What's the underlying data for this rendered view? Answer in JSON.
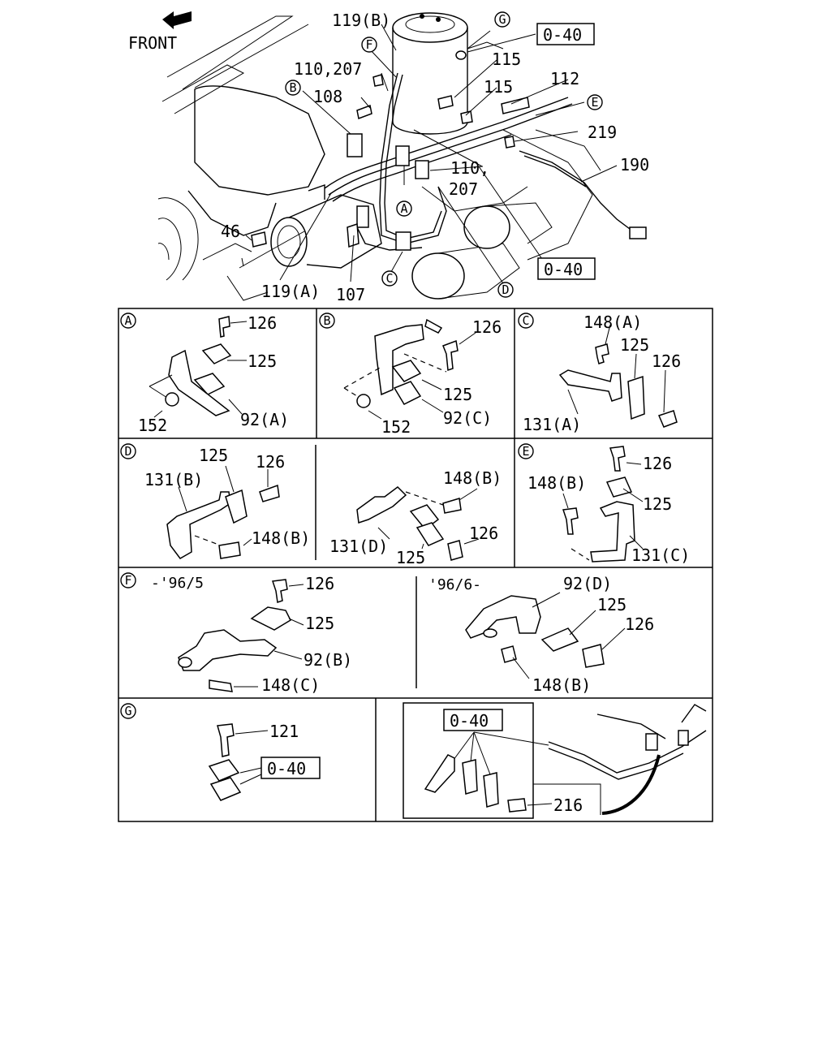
{
  "labels": {
    "front": "FRONT",
    "ref_040": "0-40",
    "p119b": "119(B)",
    "p110_207_top": "110,207",
    "p108": "108",
    "p115a": "115",
    "p115b": "115",
    "p112": "112",
    "p219": "219",
    "p190": "190",
    "p110_comma": "110,",
    "p207": "207",
    "p46": "46",
    "p119a": "119(A)",
    "p107": "107",
    "c_a": "A",
    "c_b": "B",
    "c_c": "C",
    "c_d": "D",
    "c_e": "E",
    "c_f": "F",
    "c_g": "G"
  },
  "panels": {
    "a": {
      "tag": "A",
      "p126": "126",
      "p125": "125",
      "p152": "152",
      "p92": "92(A)"
    },
    "b": {
      "tag": "B",
      "p126": "126",
      "p125": "125",
      "p152": "152",
      "p92": "92(C)"
    },
    "c": {
      "tag": "C",
      "p148": "148(A)",
      "p125": "125",
      "p126": "126",
      "p131": "131(A)"
    },
    "d": {
      "tag": "D",
      "p125": "125",
      "p126": "126",
      "p131b": "131(B)",
      "p148b": "148(B)",
      "p148b_2": "148(B)",
      "p131d": "131(D)",
      "p126_2": "126",
      "p125_2": "125"
    },
    "e": {
      "tag": "E",
      "p126": "126",
      "p148": "148(B)",
      "p125": "125",
      "p131": "131(C)"
    },
    "f": {
      "tag": "F",
      "range_a": "-'96/5",
      "p126": "126",
      "p125": "125",
      "p92b": "92(B)",
      "p148c": "148(C)",
      "range_b": "'96/6-",
      "p92d": "92(D)",
      "p125_2": "125",
      "p126_2": "126",
      "p148b": "148(B)"
    },
    "g": {
      "tag": "G",
      "p121": "121",
      "ref": "0-40",
      "ref2": "0-40",
      "p216": "216"
    }
  }
}
